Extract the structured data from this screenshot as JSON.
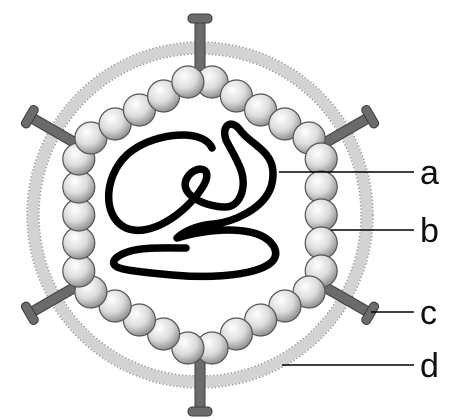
{
  "labels": {
    "a": "a",
    "b": "b",
    "c": "c",
    "d": "d"
  },
  "colors": {
    "envelope": "#d3d3d3",
    "envelope_dots": "#9a9a9a",
    "capsomere_light": "#ffffff",
    "capsomere_dark": "#8e8e8e",
    "spike": "#6b6b6b",
    "spike_outline": "#3c3c3c",
    "genome": "#000000",
    "leader_line": "#000000"
  }
}
